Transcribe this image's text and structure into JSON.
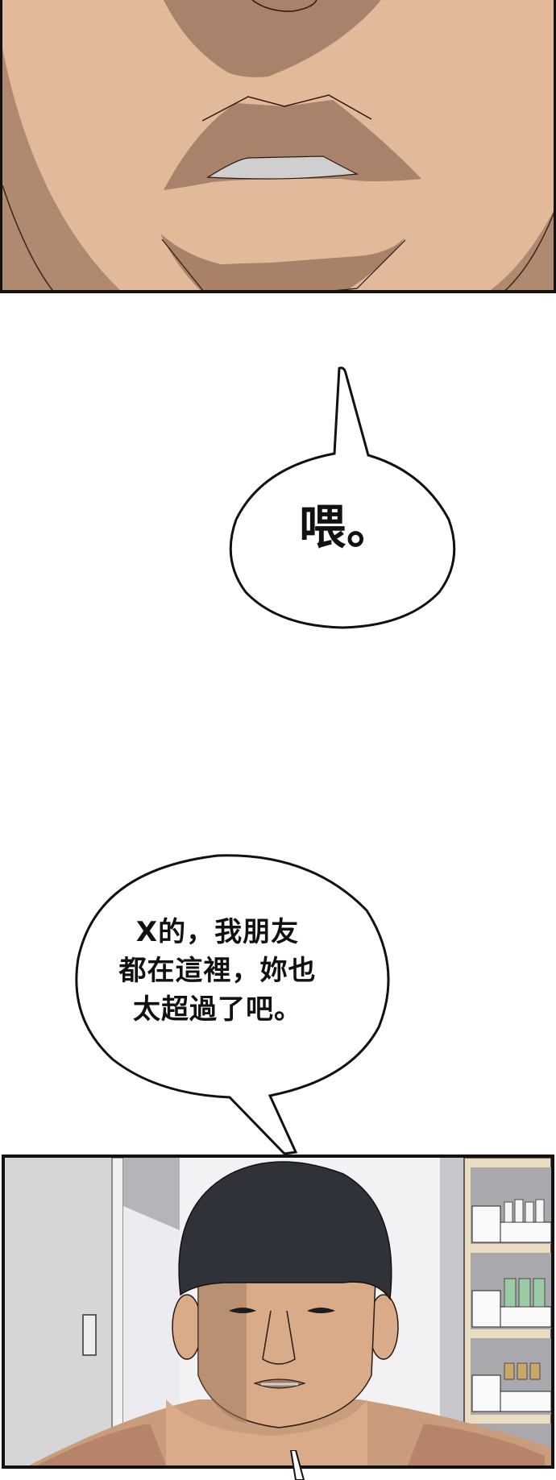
{
  "page": {
    "type": "comic-strip",
    "background": "#ffffff"
  },
  "panels": [
    {
      "id": "panel-1",
      "description": "close-up of lower face and mouth",
      "colors": {
        "skin": "#e2b999",
        "shadow": "#a8826a",
        "teeth": "#cfcfcf",
        "border": "#111111"
      }
    },
    {
      "id": "panel-2",
      "description": "young man with bowl haircut and tattooed shoulders in a room with shelves",
      "colors": {
        "hair": "#2f3238",
        "skin": "#d9ab88",
        "skin_shadow": "#a07a60",
        "wall": "#d6d6d6",
        "shelf": "#e9dcc0",
        "bottles_green": "#9ccaa5",
        "border": "#111111"
      }
    }
  ],
  "bubbles": [
    {
      "id": "bubble-1",
      "text": "喂。"
    },
    {
      "id": "bubble-2",
      "lines": [
        "X的，我朋友",
        "都在這裡，妳也",
        "太超過了吧。"
      ]
    }
  ]
}
